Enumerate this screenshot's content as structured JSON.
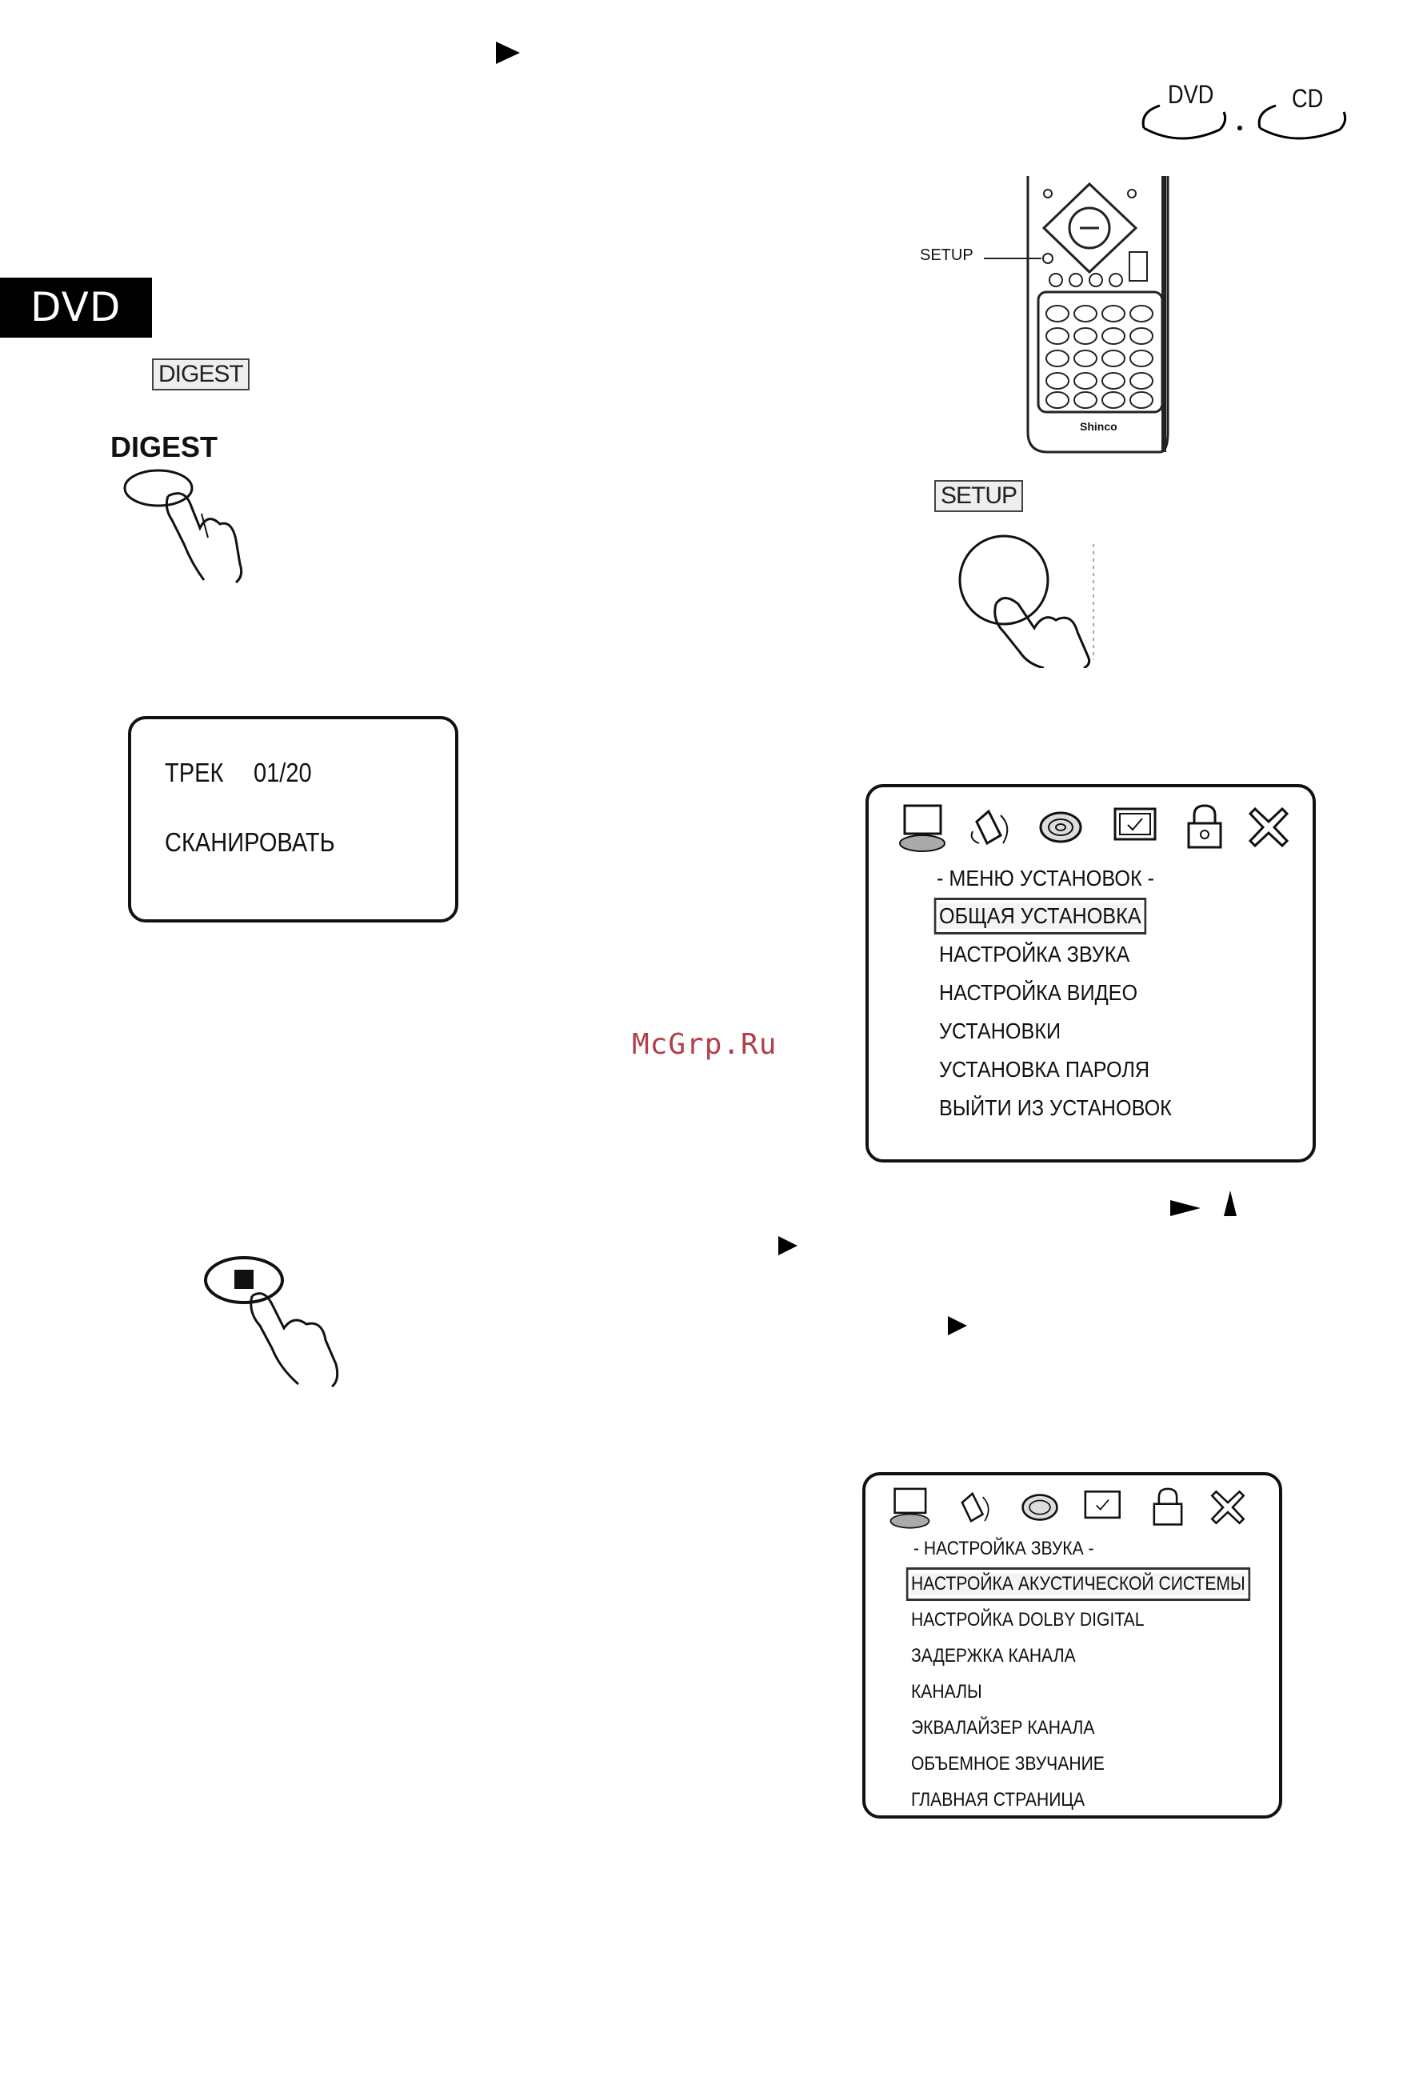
{
  "disc_badges": {
    "dvd": "DVD",
    "cd": "CD"
  },
  "side_tab": {
    "label": "DVD"
  },
  "digest_section": {
    "small_label": "DIGEST",
    "button_label": "DIGEST"
  },
  "remote": {
    "setup_pointer_label": "SETUP",
    "brand": "Shinco"
  },
  "setup_section": {
    "small_label": "SETUP"
  },
  "track_screen": {
    "track_label": "ТРЕК",
    "track_value": "01/20",
    "scan_label": "СКАНИРОВАТЬ"
  },
  "watermark": "McGrp.Ru",
  "setup_menu": {
    "title": "- МЕНЮ УСТАНОВОК -",
    "items": [
      "ОБЩАЯ УСТАНОВКА",
      "НАСТРОЙКА ЗВУКА",
      "НАСТРОЙКА ВИДЕО",
      "УСТАНОВКИ",
      "УСТАНОВКА ПАРОЛЯ",
      "ВЫЙТИ ИЗ УСТАНОВОК"
    ],
    "selected_index": 0,
    "icons": [
      "tv-icon",
      "speaker-icon",
      "disc-icon",
      "monitor-check-icon",
      "lock-icon",
      "close-icon"
    ]
  },
  "audio_menu": {
    "title": "- НАСТРОЙКА ЗВУКА -",
    "items": [
      "НАСТРОЙКА АКУСТИЧЕСКОЙ СИСТЕМЫ",
      "НАСТРОЙКА DOLBY DIGITAL",
      "ЗАДЕРЖКА КАНАЛА",
      "КАНАЛЫ",
      "ЭКВАЛАЙЗЕР КАНАЛА",
      "ОБЪЕМНОЕ ЗВУЧАНИЕ",
      "ГЛАВНАЯ СТРАНИЦА"
    ],
    "selected_index": 0
  }
}
